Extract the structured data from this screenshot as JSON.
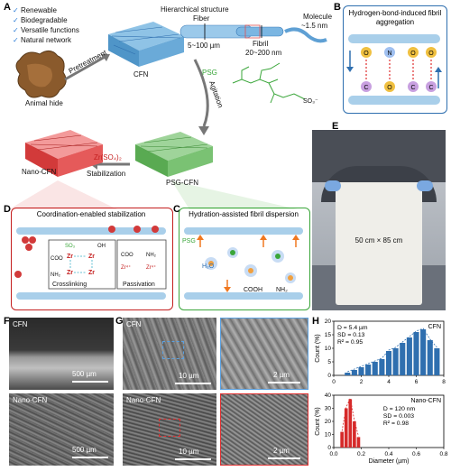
{
  "panel_letters": [
    "A",
    "B",
    "C",
    "D",
    "E",
    "F",
    "G",
    "H"
  ],
  "panelA": {
    "features": [
      "Renewable",
      "Biodegradable",
      "Versatile functions",
      "Natural network"
    ],
    "animal_hide": "Animal hide",
    "pretreatment": "Pretreatment",
    "cfn": "CFN",
    "hierarchical": "Hierarchical structure",
    "fiber": "Fiber",
    "fiber_size": "5~100 µm",
    "fibril": "Fibril",
    "fibril_size": "20~200 nm",
    "molecule": "Molecule",
    "molecule_size": "~1.5 nm",
    "psg": "PSG",
    "agitation": "Agitation",
    "psg_cfn": "PSG-CFN",
    "zr": "Zr(SO₄)₂",
    "stabilization": "Stabilization",
    "nano_cfn": "Nano-CFN",
    "so3": "SO₃⁻"
  },
  "panelB": {
    "title": "Hydrogen-bond-induced fibril aggregation"
  },
  "panelC": {
    "title": "Hydration-assisted fibril dispersion",
    "psg": "PSG",
    "h2o": "H₂O",
    "cooh": "COOH",
    "nh2": "NH₂"
  },
  "panelD": {
    "title": "Coordination-enabled stabilization",
    "crosslinking": "Crosslinking",
    "passivation": "Passivation"
  },
  "panelE": {
    "size": "50 cm × 85 cm"
  },
  "panelF": {
    "top_label": "CFN",
    "bottom_label": "Nano-CFN",
    "scale_top": "500 µm",
    "scale_bottom": "500 µm"
  },
  "panelG": {
    "top_label": "CFN",
    "bottom_label": "Nano-CFN",
    "scale1": "10 µm",
    "scale2": "2 µm",
    "scale3": "10 µm",
    "scale4": "2 µm"
  },
  "chart_data": [
    {
      "type": "bar",
      "title": "",
      "legend": "CFN",
      "stats": [
        "D = 5.4 µm",
        "SD = 0.13",
        "R² = 0.95"
      ],
      "xlabel": "",
      "ylabel": "Count (%)",
      "xlim": [
        0,
        8
      ],
      "ylim": [
        0,
        20
      ],
      "xticks": [
        0,
        2,
        4,
        6,
        8
      ],
      "yticks": [
        0,
        5,
        10,
        15,
        20
      ],
      "color": "#2f6faf",
      "x": [
        1.0,
        1.5,
        2.0,
        2.5,
        3.0,
        3.5,
        4.0,
        4.5,
        5.0,
        5.5,
        6.0,
        6.5,
        7.0,
        7.5
      ],
      "values": [
        1,
        2,
        3,
        4,
        5,
        6,
        9,
        10,
        12,
        14,
        16,
        17,
        13,
        10
      ]
    },
    {
      "type": "bar",
      "title": "",
      "legend": "Nano-CFN",
      "stats": [
        "D = 120 nm",
        "SD = 0.003",
        "R² = 0.98"
      ],
      "xlabel": "Diameter (µm)",
      "ylabel": "Count (%)",
      "xlim": [
        0.0,
        0.8
      ],
      "ylim": [
        0,
        40
      ],
      "xticks": [
        0.0,
        0.2,
        0.4,
        0.6,
        0.8
      ],
      "yticks": [
        0,
        10,
        20,
        30,
        40
      ],
      "color": "#d62a2a",
      "x": [
        0.06,
        0.09,
        0.12,
        0.15,
        0.18
      ],
      "values": [
        12,
        30,
        37,
        20,
        8
      ]
    }
  ]
}
